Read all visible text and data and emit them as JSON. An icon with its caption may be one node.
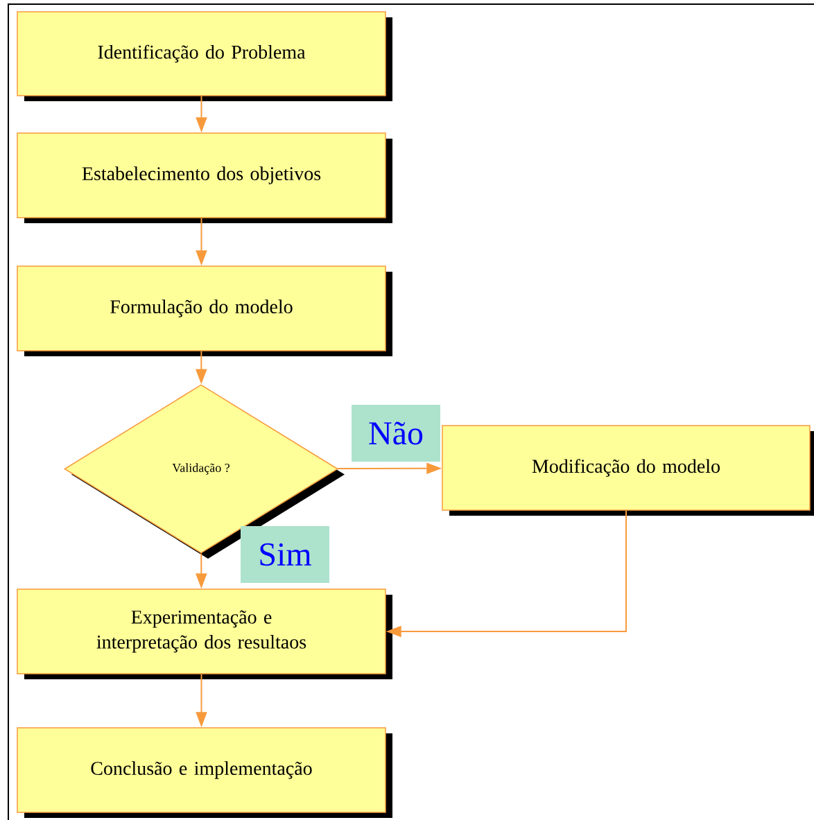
{
  "diagram": {
    "nodes": [
      {
        "text": [
          "Identificação do Problema"
        ]
      },
      {
        "text": [
          "Estabelecimento dos objetivos"
        ]
      },
      {
        "text": [
          "Formulação do modelo"
        ]
      },
      {
        "text": [
          "Validação ?"
        ]
      },
      {
        "text": [
          "Modificação do modelo"
        ]
      },
      {
        "text": [
          "Experimentação e interpretação dos resultaos"
        ]
      },
      {
        "text": [
          "Conclusão e implementação"
        ]
      }
    ],
    "edges": [
      {
        "from": 0,
        "to": 1,
        "arrow": "to"
      },
      {
        "from": 1,
        "to": 2,
        "arrow": "to"
      },
      {
        "from": 2,
        "to": 3,
        "arrow": "to"
      },
      {
        "from": 3,
        "to": 4,
        "arrow": "to",
        "label": "Não"
      },
      {
        "from": 3,
        "to": 5,
        "arrow": "to",
        "label": "Sim"
      },
      {
        "from": 4,
        "to": 5,
        "arrow": "to"
      },
      {
        "from": 5,
        "to": 6,
        "arrow": "to"
      }
    ]
  }
}
